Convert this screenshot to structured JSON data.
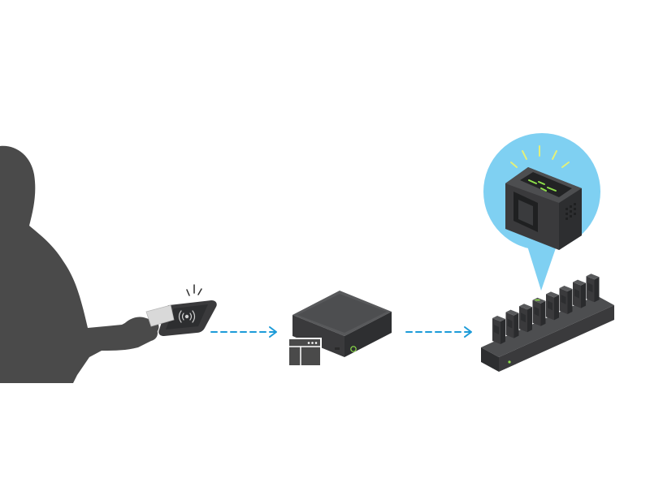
{
  "diagram": {
    "steps": [
      {
        "id": "user",
        "icon": "person-silhouette-icon"
      },
      {
        "id": "reader",
        "icon": "rfid-card-reader-icon"
      },
      {
        "id": "controller",
        "icon": "controller-box-icon"
      },
      {
        "id": "dock",
        "icon": "camera-docking-station-icon"
      }
    ],
    "connectors": [
      "reader-to-controller",
      "controller-to-dock"
    ],
    "callout": {
      "icon": "body-camera-icon",
      "indicator": "green-display-lights"
    }
  },
  "colors": {
    "silhouette": "#4a4a4a",
    "device_dark": "#3a3a3c",
    "device_mid": "#4d4e50",
    "device_top": "#58595b",
    "arrow": "#1c9bd8",
    "callout_bg": "#7fd0f2",
    "accent_green": "#8ee04a",
    "card": "#d9d9d9"
  }
}
